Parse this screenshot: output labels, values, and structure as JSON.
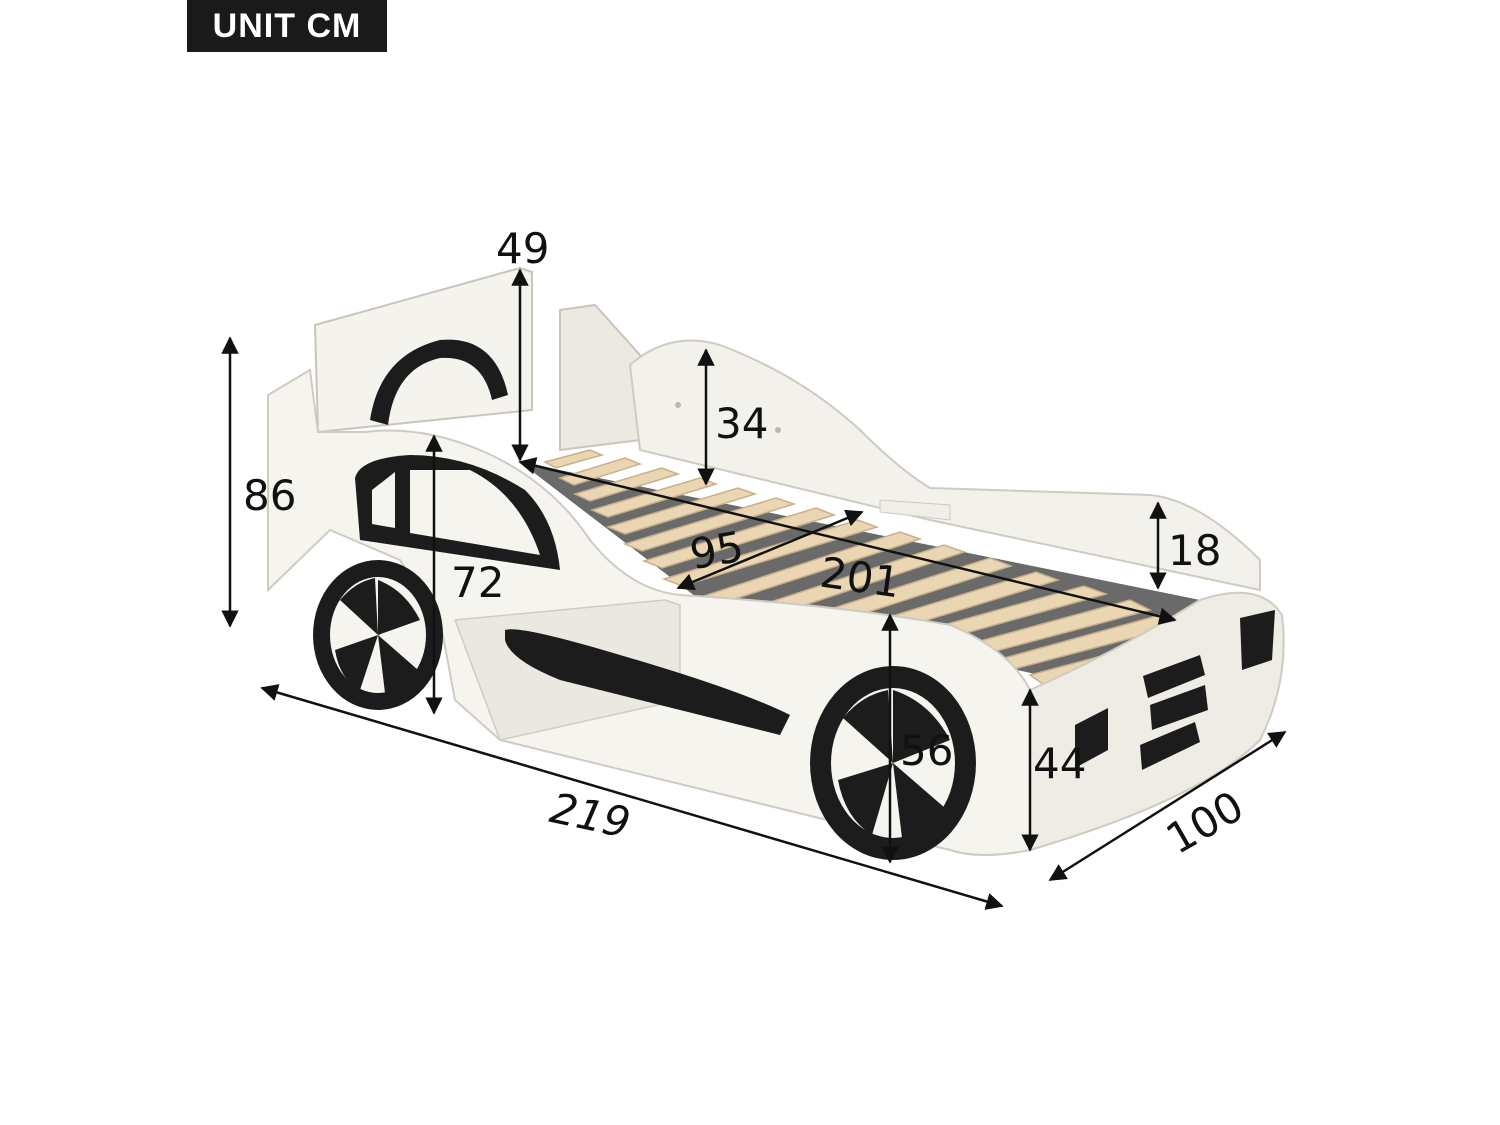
{
  "unit_label": "UNIT CM",
  "dimensions": {
    "headboard_height": "49",
    "guard_height": "34",
    "total_height": "86",
    "front_panel_height": "72",
    "slat_width": "95",
    "inner_length": "201",
    "footboard_height": "18",
    "total_length": "219",
    "wheel_diameter": "56",
    "rear_height": "44",
    "total_width": "100"
  },
  "colors": {
    "body": "#f5f3ee",
    "body_shade": "#dedad2",
    "trim": "#1c1c1c",
    "slat": "#e8d3ad",
    "slat_shade": "#c9b08a",
    "rail": "#4a4a4a",
    "arrow": "#111111"
  }
}
